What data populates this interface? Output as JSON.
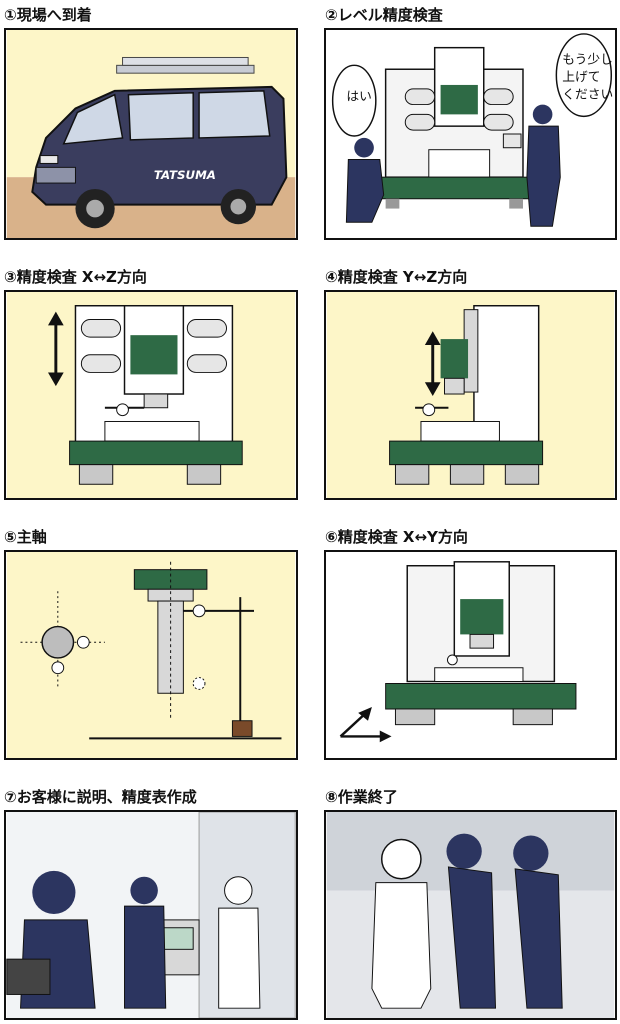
{
  "steps": [
    {
      "label": "①現場へ到着"
    },
    {
      "label": "②レベル精度検査"
    },
    {
      "label": "③精度検査 X↔Z方向"
    },
    {
      "label": "④精度検査 Y↔Z方向"
    },
    {
      "label": "⑤主軸"
    },
    {
      "label": "⑥精度検査 X↔Y方向"
    },
    {
      "label": "⑦お客様に説明、精度表作成"
    },
    {
      "label": "⑧作業終了"
    }
  ],
  "van_logo_text": "TATSUMA",
  "speech": {
    "left": "はい",
    "right_lines": [
      "もう少し",
      "上げて",
      "ください"
    ]
  },
  "colors": {
    "machine_green": "#2e6a45",
    "panel_yellow_bg": "#fdf6c8",
    "uniform_navy": "#2c3560",
    "van_body": "#3a3d5e",
    "ground": "#d9b28a"
  }
}
